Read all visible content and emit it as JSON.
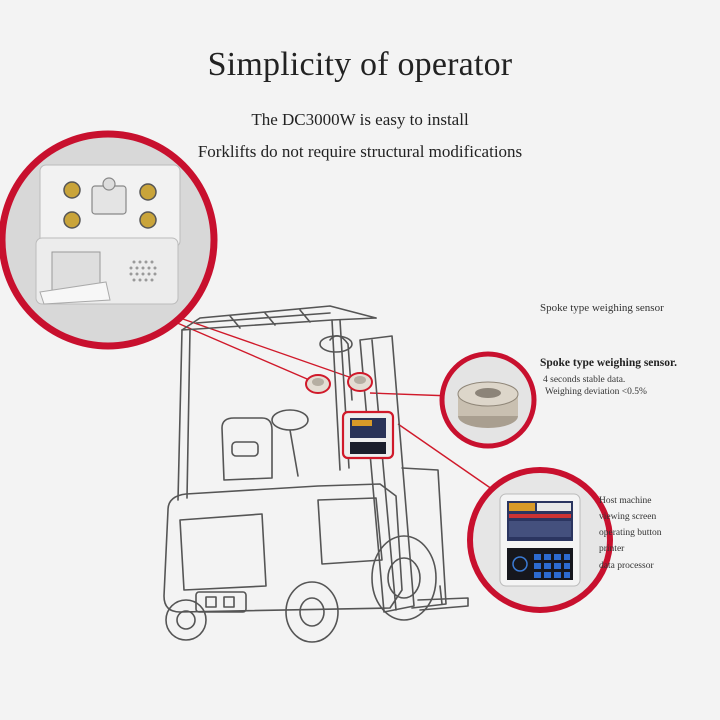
{
  "header": {
    "title": "Simplicity of operator",
    "line1": "The DC3000W is easy to install",
    "line2": "Forklifts do not require structural modifications"
  },
  "labels": {
    "sensor_top": "Spoke type weighing sensor",
    "sensor_heading": "Spoke type weighing sensor.",
    "sensor_line1": "4 seconds stable data.",
    "sensor_line2": "Weighing deviation <0.5%",
    "host_items": [
      "Host machine",
      "viewing screen",
      "operating button",
      "printer",
      "data processor"
    ]
  },
  "colors": {
    "accent": "#d0192a",
    "line": "#555555",
    "background": "#f3f3f3"
  }
}
